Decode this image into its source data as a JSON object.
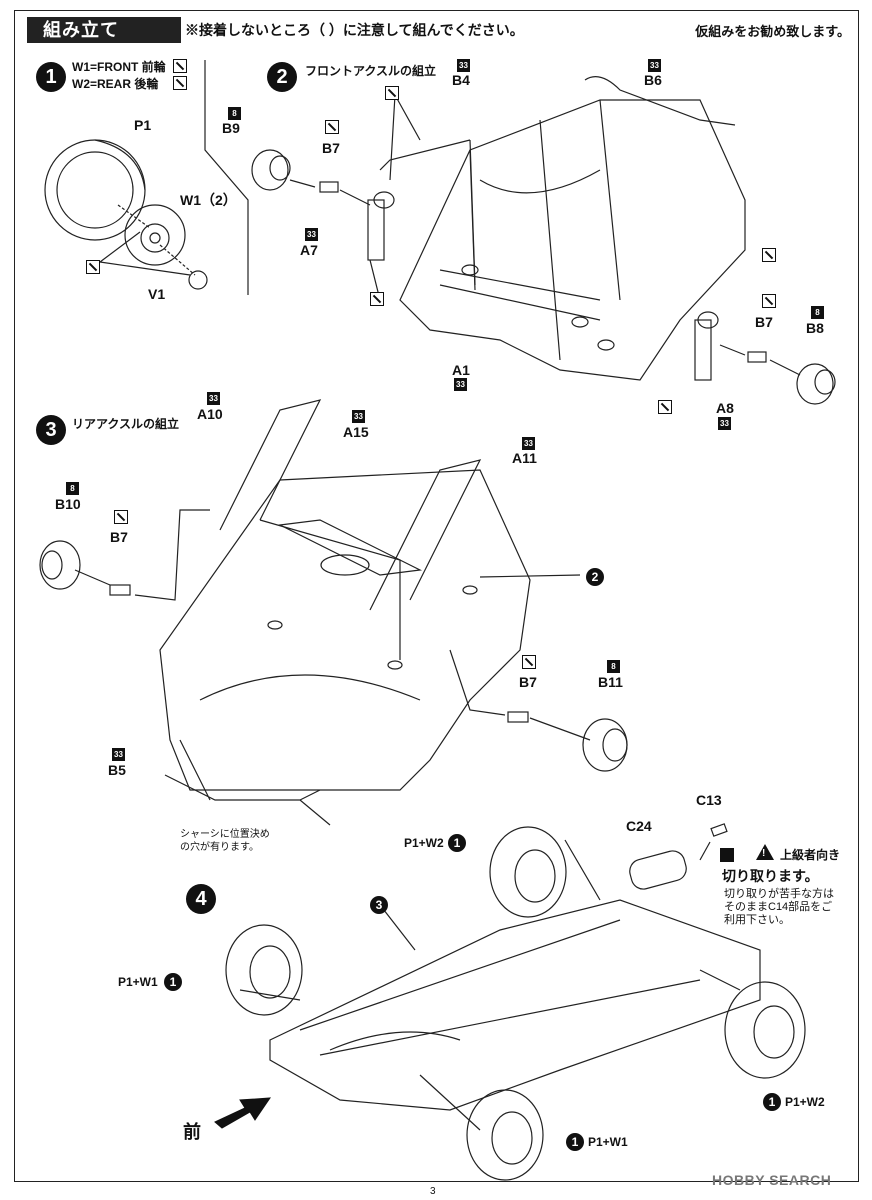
{
  "header": {
    "title": "組み立て",
    "glue_note": "※接着しないところ（ ）に注意して組んでください。",
    "tip": "仮組みをお勧め致します。"
  },
  "step1": {
    "number": "1",
    "w1_note": "W1=FRONT 前輪",
    "w2_note": "W2=REAR 後輪",
    "parts": {
      "p1": "P1",
      "w1": "W1（2）",
      "v1": "V1"
    }
  },
  "step2": {
    "number": "2",
    "title": "フロントアクスルの組立",
    "parts": {
      "b4": "B4",
      "b6": "B6",
      "b9": "B9",
      "b7a": "B7",
      "a7": "A7",
      "a1": "A1",
      "b7b": "B7",
      "b8": "B8",
      "a8": "A8"
    },
    "tags": {
      "b4": "33",
      "b6": "33",
      "b9": "8",
      "a7": "33",
      "a1": "33",
      "b8": "8",
      "a8": "33"
    }
  },
  "step3": {
    "number": "3",
    "title": "リアアクスルの組立",
    "parts": {
      "a10": "A10",
      "a15": "A15",
      "a11": "A11",
      "b10": "B10",
      "b7a": "B7",
      "b7b": "B7",
      "b11": "B11",
      "b5": "B5"
    },
    "tags": {
      "a10": "33",
      "a15": "33",
      "a11": "33",
      "b10": "8",
      "b11": "8",
      "b5": "33"
    },
    "ref_step": "2",
    "chassis_note_1": "シャーシに位置決め",
    "chassis_note_2": "の穴が有ります。"
  },
  "step4": {
    "number": "4",
    "ref_step": "3",
    "c13": "C13",
    "c24": "C24",
    "advanced": "上級者向き",
    "cut_off": "切り取ります。",
    "cut_note_1": "切り取りが苦手な方は",
    "cut_note_2": "そのままC14部品をご",
    "cut_note_3": "利用下さい。",
    "wheel_labels": {
      "rear_top": "P1+W2",
      "front_left": "P1+W1",
      "rear_right": "P1+W2",
      "front_bottom": "P1+W1"
    },
    "wheel_step": "1",
    "front_marker": "前"
  },
  "footer": {
    "page_number": "3",
    "watermark": "HOBBY SEARCH"
  }
}
